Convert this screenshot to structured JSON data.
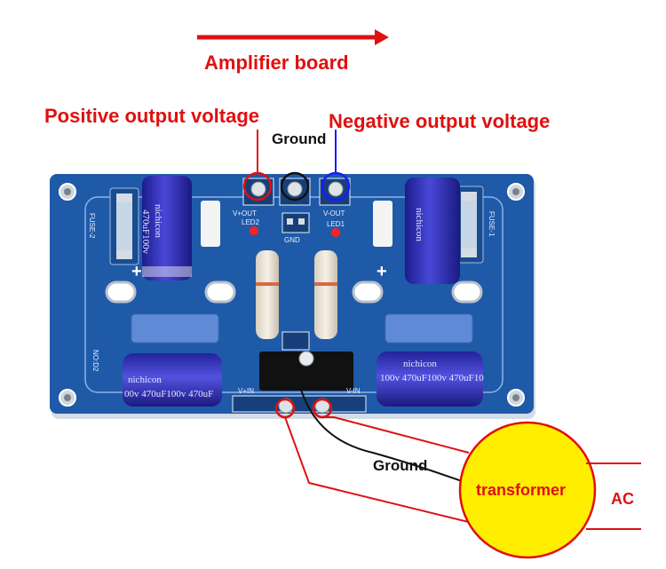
{
  "labels": {
    "amplifier_board": "Amplifier board",
    "positive_output": "Positive output voltage",
    "negative_output": "Negative output voltage",
    "ground_top": "Ground",
    "ground_bottom": "Ground",
    "transformer": "transformer",
    "ac": "AC"
  },
  "board_text": {
    "fuse_left": "FUSE-2",
    "fuse_right": "FUSE-1",
    "v_plus_out": "V+OUT",
    "v_minus_out": "V-OUT",
    "gnd": "GND",
    "led2": "LED2",
    "led1": "LED1",
    "v_plus_in": "V+IN",
    "v_minus_in": "V-IN",
    "board_no": "NO:D2",
    "cap_brand": "nichicon",
    "cap_value_left": "470uF100v",
    "cap_value_bottom_left": "00v 470uF100v 470uF",
    "cap_value_bottom_right": "100v 470uF100v 470uF10"
  },
  "colors": {
    "annotation_red": "#e01010",
    "ground_black": "#111111",
    "negative_blue": "#1a1aff",
    "board_blue": "#1f5aa8",
    "transformer_yellow": "#ffee00"
  }
}
